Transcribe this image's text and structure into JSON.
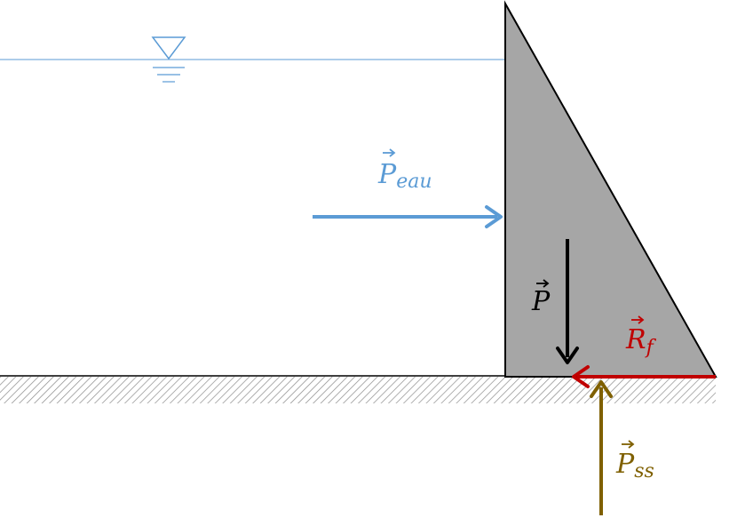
{
  "colors": {
    "water": "#5b9bd5",
    "dam_fill": "#a6a6a6",
    "weight": "#000000",
    "friction": "#c00000",
    "uplift": "#7f6000",
    "ground_hatch": "#7f7f7f"
  },
  "icons": {
    "water_level": "water-level-triangle-icon"
  },
  "forces": {
    "p_eau": {
      "symbol": "P",
      "subscript": "eau"
    },
    "p": {
      "symbol": "P",
      "subscript": ""
    },
    "r_f": {
      "symbol": "R",
      "subscript": "f"
    },
    "p_ss": {
      "symbol": "P",
      "subscript": "ss"
    }
  }
}
